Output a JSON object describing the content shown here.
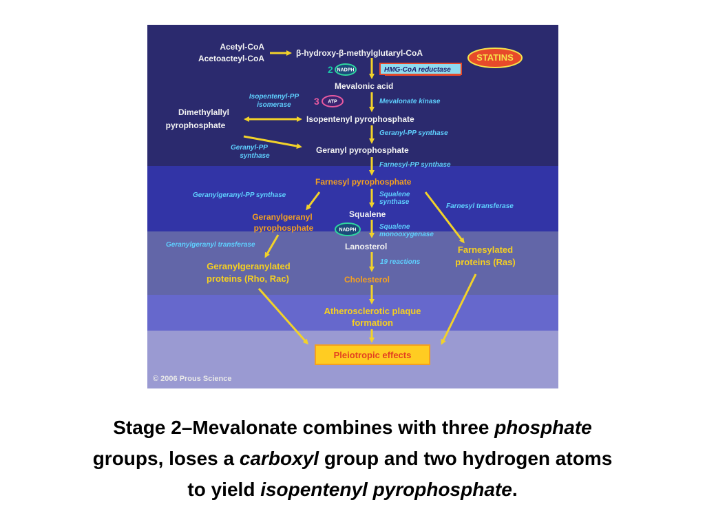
{
  "diagram": {
    "substrates": [
      "Acetyl-CoA",
      "Acetoacteyl-CoA"
    ],
    "hmg": "β-hydroxy-β-methylglutaryl-CoA",
    "statins": "STATINS",
    "hmg_reductase": "HMG-CoA reductase",
    "step2_number": "2",
    "nadph_label": "NADPH",
    "mevalonic": "Mevalonic acid",
    "step3_number": "3",
    "atp_label": "ATP",
    "mevalonate_kinase": "Mevalonate kinase",
    "isomerase": [
      "Isopentenyl-PP",
      "isomerase"
    ],
    "dimethylallyl": [
      "Dimethylallyl",
      "pyrophosphate"
    ],
    "isopentenyl_pp": "Isopentenyl pyrophosphate",
    "geranyl_pp_synthase_right": "Geranyl-PP synthase",
    "geranyl_pp_synthase_left": [
      "Geranyl-PP",
      "synthase"
    ],
    "geranyl_pp": "Geranyl pyrophosphate",
    "farnesyl_pp_synthase": "Farnesyl-PP synthase",
    "farnesyl_pp": "Farnesyl pyrophosphate",
    "ggpp_synthase": "Geranylgeranyl-PP synthase",
    "squalene_synthase": [
      "Squalene",
      "synthase"
    ],
    "farnesyl_transferase": "Farnesyl transferase",
    "squalene": "Squalene",
    "ggpp": [
      "Geranylgeranyl",
      "pyrophosphate"
    ],
    "squalene_monoox": [
      "Squalene",
      "monooxygenase"
    ],
    "gg_transferase": "Geranylgeranyl transferase",
    "lanosterol": "Lanosterol",
    "farnesylated": [
      "Farnesylated",
      "proteins (Ras)"
    ],
    "reactions19": "19 reactions",
    "geranylgeranylated": [
      "Geranylgeranylated",
      "proteins (Rho, Rac)"
    ],
    "cholesterol": "Cholesterol",
    "athero": [
      "Atherosclerotic plaque",
      "formation"
    ],
    "pleiotropic": "Pleiotropic effects",
    "copyright": "© 2006 Prous Science"
  },
  "caption": {
    "l1a": "Stage 2–Mevalonate combines with three ",
    "l1b": "phosphate",
    "l2a": "groups, loses a ",
    "l2b": "carboxyl",
    "l2c": " group and two hydrogen atoms",
    "l3a": "to yield ",
    "l3b": "isopentenyl pyrophosphate",
    "l3c": "."
  }
}
